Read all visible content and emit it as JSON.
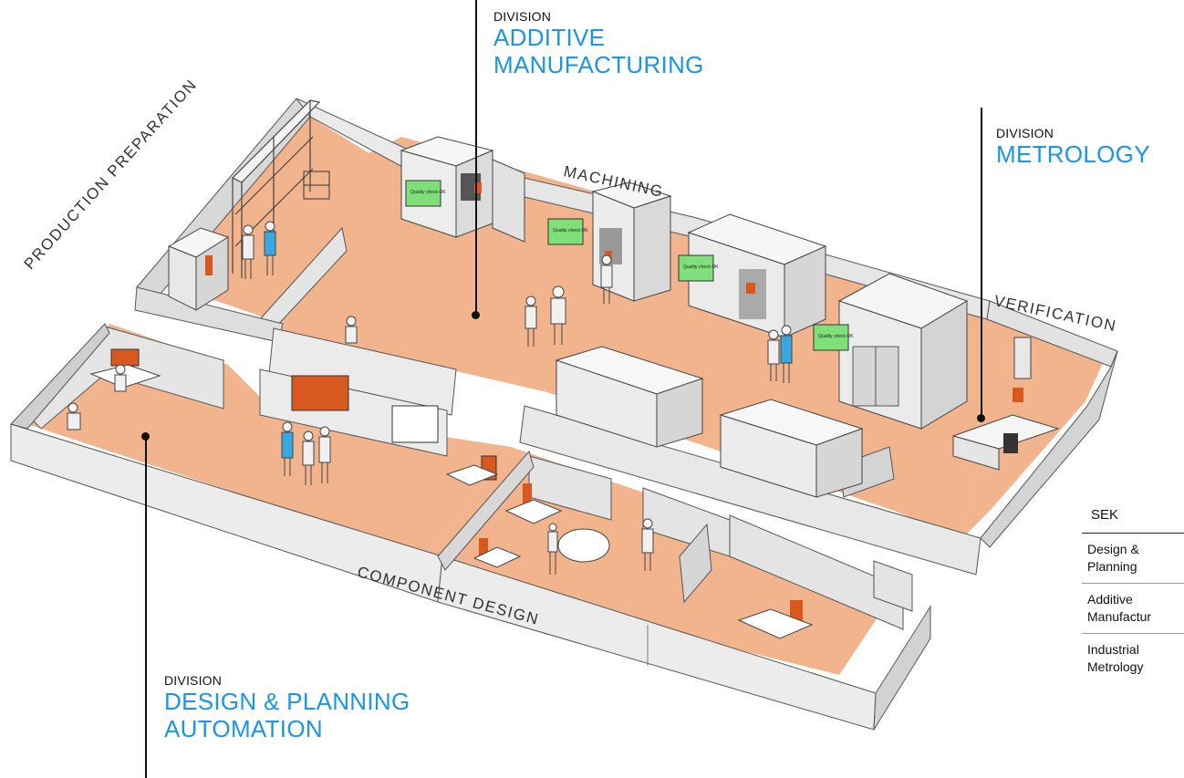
{
  "callouts": {
    "additive": {
      "kicker": "DIVISION",
      "title_line1": "ADDITIVE",
      "title_line2": "MANUFACTURING"
    },
    "metrology": {
      "kicker": "DIVISION",
      "title_line1": "METROLOGY"
    },
    "design": {
      "kicker": "DIVISION",
      "title_line1": "DESIGN & PLANNING",
      "title_line2": "AUTOMATION"
    }
  },
  "zones": {
    "production_preparation": "PRODUCTION PREPARATION",
    "machining": "MACHINING",
    "verification": "VERIFICATION",
    "component_design": "COMPONENT DESIGN"
  },
  "screens": {
    "quality_check": "Quality check OK"
  },
  "legend": {
    "heading": "SEK",
    "items": [
      {
        "line1": "Design &",
        "line2": "Planning"
      },
      {
        "line1": "Additive",
        "line2": "Manufactur"
      },
      {
        "line1": "Industrial",
        "line2": "Metrology"
      }
    ]
  },
  "colors": {
    "accent": "#1a96e8",
    "floor": "#f2b48d",
    "wall": "#e7e7e7",
    "orange": "#d9581f",
    "screen": "#7fe07a"
  }
}
